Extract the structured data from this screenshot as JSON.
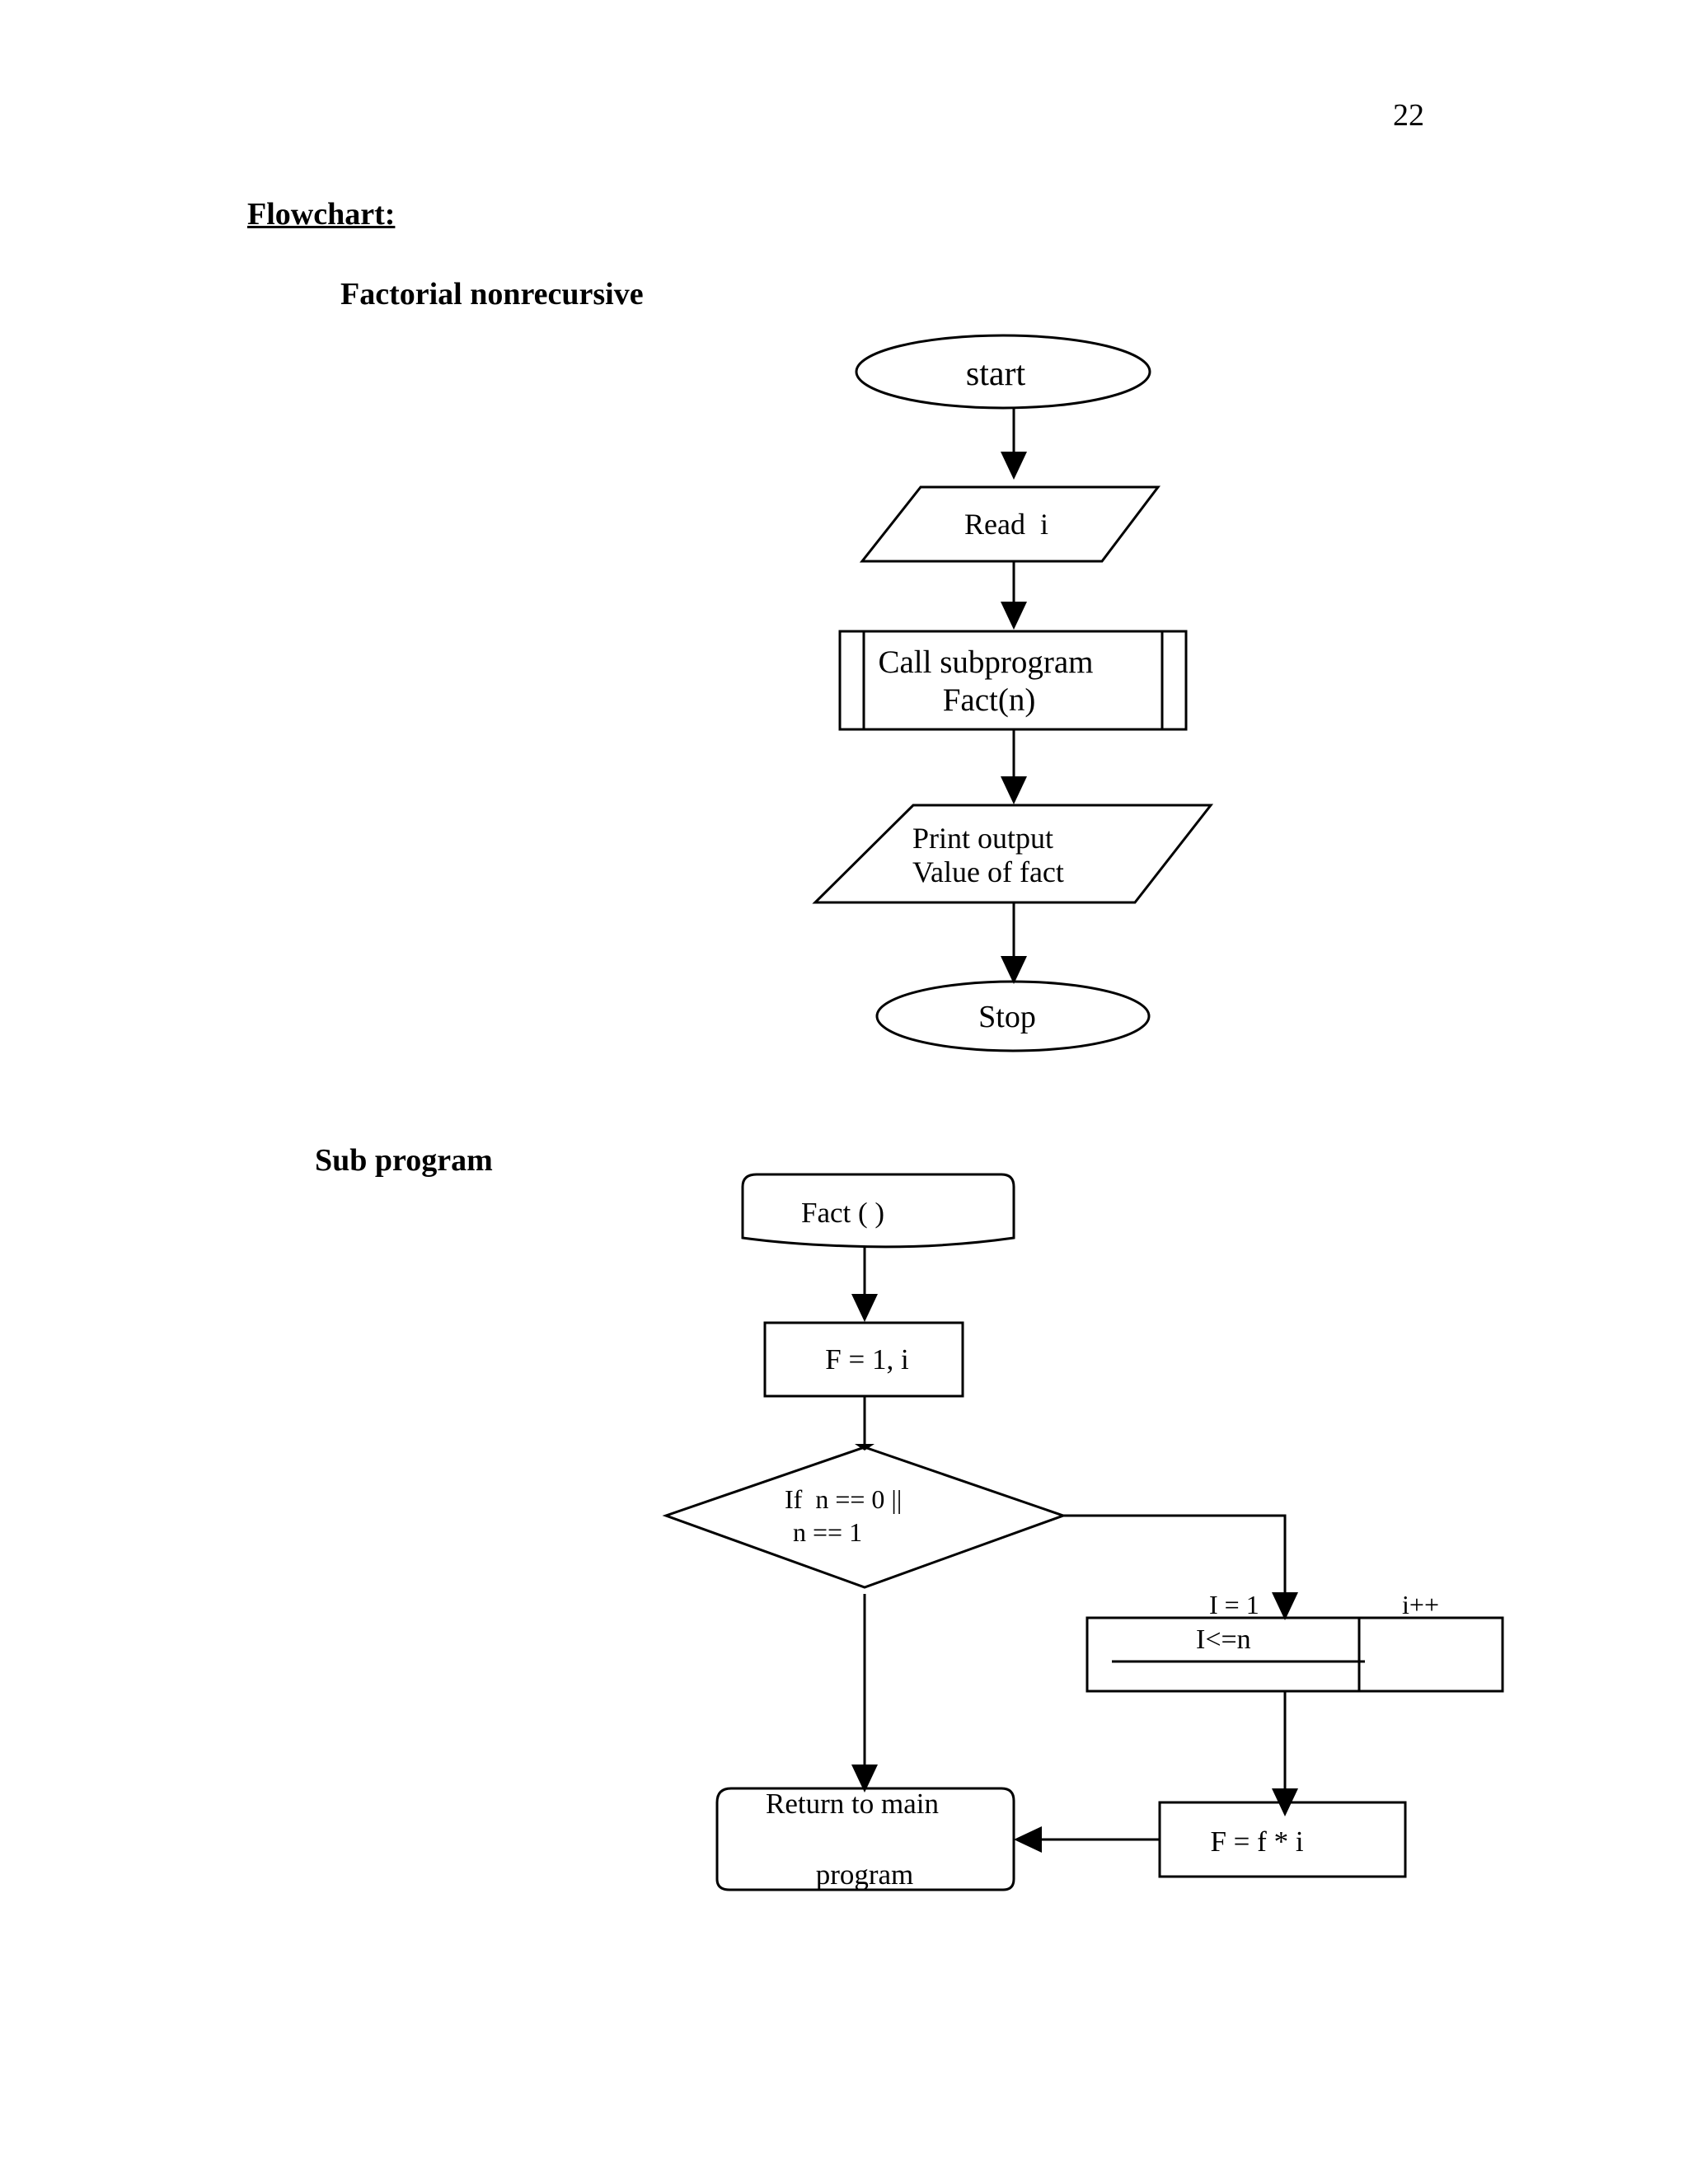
{
  "page": {
    "number": "22",
    "heading": "Flowchart:",
    "section_main": "Factorial nonrecursive",
    "section_sub": "Sub program"
  },
  "main_flow": {
    "start": "start",
    "read": "Read  i",
    "call_line1": "Call subprogram",
    "call_line2": "Fact(n)",
    "print_line1": "Print output",
    "print_line2": "Value of fact",
    "stop": "Stop"
  },
  "sub_flow": {
    "fact": "Fact ( )",
    "init": "F = 1, i",
    "cond_line1": "If  n == 0 ||",
    "cond_line2": "n == 1",
    "loop_init": "I = 1",
    "loop_cond": "I<=n",
    "loop_incr": "i++",
    "multiply": "F = f * i",
    "return_line1": "Return to main",
    "return_line2": "program"
  }
}
